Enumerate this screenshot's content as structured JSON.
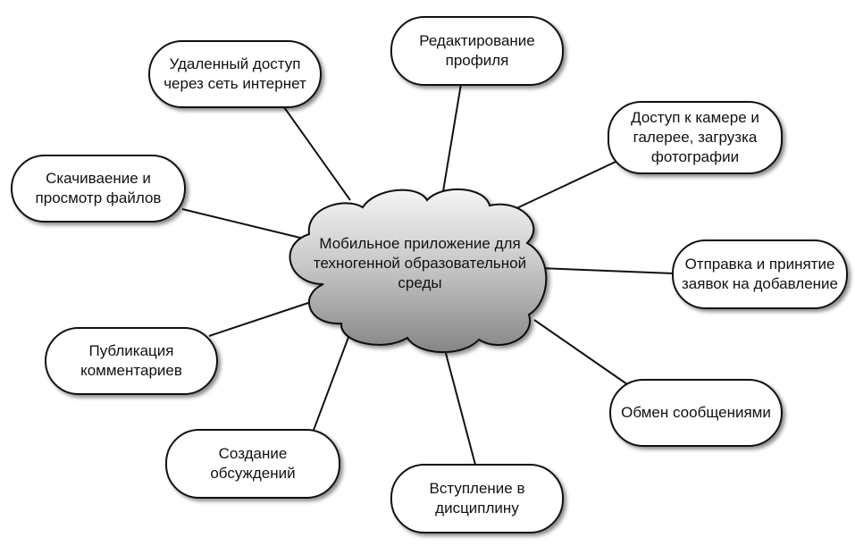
{
  "center": {
    "text": "Мобильное приложение для техногенной образовательной среды"
  },
  "nodes": {
    "remote_access": {
      "text": "Удаленный доступ через сеть интернет"
    },
    "profile_edit": {
      "text": "Редактирование профиля"
    },
    "camera_gallery": {
      "text": "Доступ к камере и галерее, загрузка фотографии"
    },
    "download_view": {
      "text": "Скачиваение и просмотр файлов"
    },
    "requests": {
      "text": "Отправка и принятие заявок на добавление"
    },
    "comments": {
      "text": "Публикация комментариев"
    },
    "messaging": {
      "text": "Обмен сообщениями"
    },
    "discussions": {
      "text": "Создание обсуждений"
    },
    "join_discipline": {
      "text": "Вступление в дисциплину"
    }
  },
  "colors": {
    "cloud_top": "#f4f4f4",
    "cloud_bottom": "#8c8c8c",
    "stroke": "#111111"
  }
}
